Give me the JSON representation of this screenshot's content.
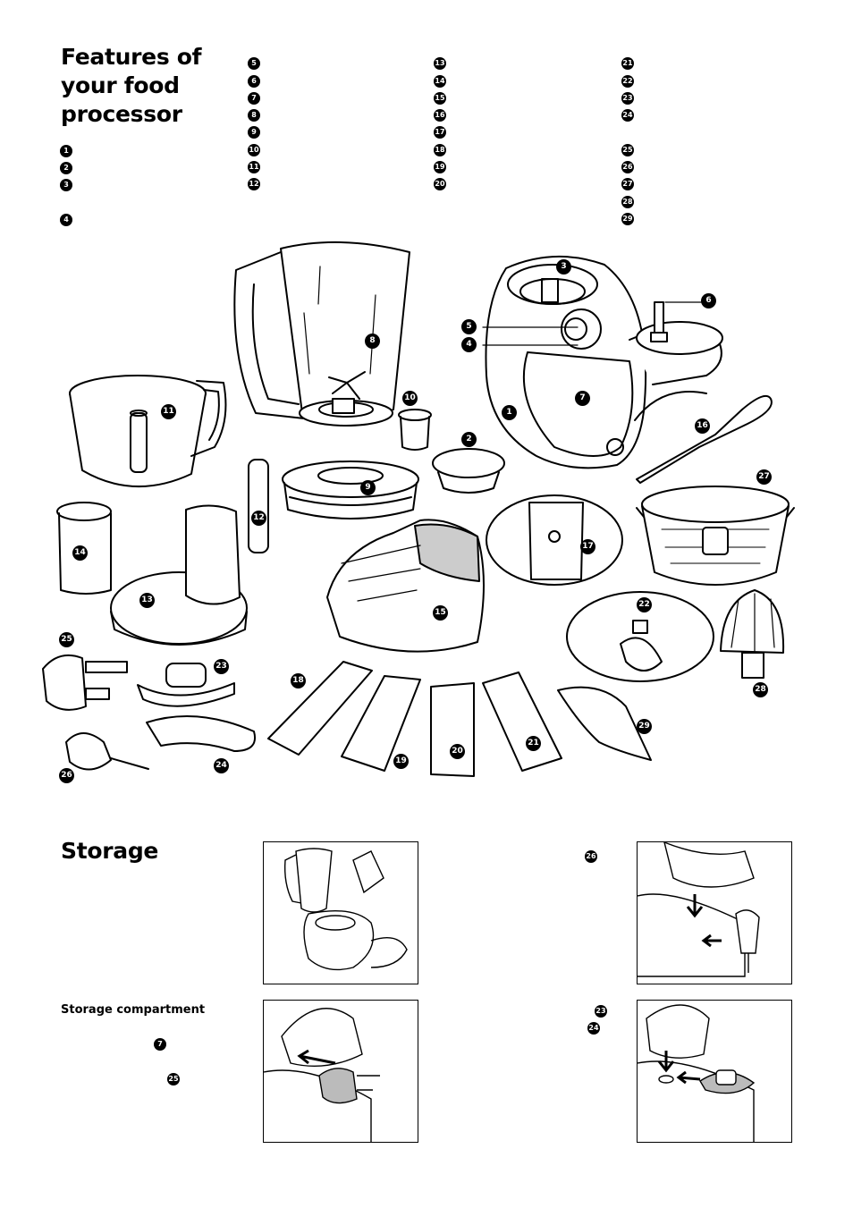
{
  "features": {
    "title_lines": [
      "Features of",
      "your food",
      "processor"
    ],
    "col1": [
      "1",
      "2",
      "3",
      "4"
    ],
    "col2": [
      "5",
      "6",
      "7",
      "8",
      "9",
      "10",
      "11",
      "12"
    ],
    "col3": [
      "13",
      "14",
      "15",
      "16",
      "17",
      "18",
      "19",
      "20"
    ],
    "col4": [
      "21",
      "22",
      "23",
      "24",
      "25",
      "26",
      "27",
      "28",
      "29"
    ]
  },
  "callouts": [
    "1",
    "2",
    "3",
    "4",
    "5",
    "6",
    "7",
    "8",
    "9",
    "10",
    "11",
    "12",
    "13",
    "14",
    "15",
    "16",
    "17",
    "18",
    "19",
    "20",
    "21",
    "22",
    "23",
    "24",
    "25",
    "26",
    "27",
    "28",
    "29"
  ],
  "storage": {
    "title": "Storage",
    "subtitle": "Storage compartment",
    "marker_7": "7",
    "marker_25": "25",
    "marker_26": "26",
    "marker_23": "23",
    "marker_24": "24"
  }
}
